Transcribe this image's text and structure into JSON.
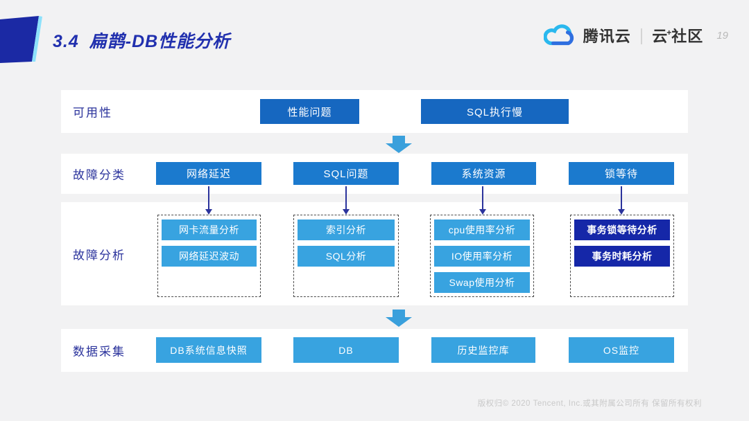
{
  "header": {
    "section_number": "3.4",
    "title": "扁鹊-DB性能分析",
    "logo": {
      "brand": "腾讯云",
      "divider": "|",
      "community": {
        "cloud": "云",
        "plus": "+",
        "rest": "社区"
      }
    },
    "page_number": "19"
  },
  "diagram": {
    "row1": {
      "label": "可用性",
      "buttons": [
        "性能问题",
        "SQL执行慢"
      ]
    },
    "row2": {
      "label": "故障分类",
      "buttons": [
        "网络延迟",
        "SQL问题",
        "系统资源",
        "锁等待"
      ]
    },
    "row3": {
      "label": "故障分析",
      "groups": {
        "g1": {
          "items": [
            "网卡流量分析",
            "网络延迟波动"
          ]
        },
        "g2": {
          "items": [
            "索引分析",
            "SQL分析"
          ]
        },
        "g3": {
          "items": [
            "cpu使用率分析",
            "IO使用率分析",
            "Swap使用分析"
          ]
        },
        "g4": {
          "items": [
            "事务锁等待分析",
            "事务时耗分析"
          ]
        }
      }
    },
    "row4": {
      "label": "数据采集",
      "buttons": [
        "DB系统信息快照",
        "DB",
        "历史监控库",
        "OS监控"
      ]
    }
  },
  "footer": {
    "copyright": "版权归© 2020 Tencent, Inc.或其附属公司所有 保留所有权利"
  },
  "colors": {
    "title_blue": "#2130ae",
    "accent_navy": "#1b29a4",
    "node_dark_blue": "#1667c0",
    "node_medium_blue": "#1b7ace",
    "node_light_blue": "#38a3e0",
    "node_navy": "#1527a8",
    "connector_navy": "#2b339c",
    "flow_arrow_blue": "#3aa0dc",
    "row_background": "#ffffff",
    "page_background": "#f2f2f3"
  }
}
